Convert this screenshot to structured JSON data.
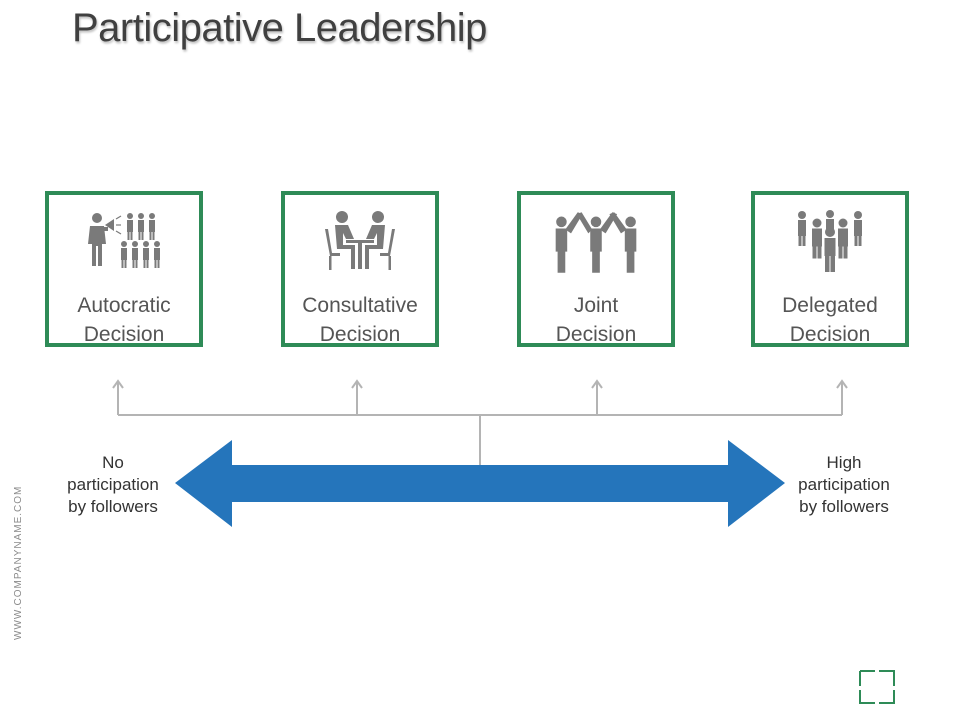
{
  "title": "Participative Leadership",
  "cards": [
    {
      "line1": "Autocratic",
      "line2": "Decision",
      "icon": "megaphone-crowd-icon"
    },
    {
      "line1": "Consultative",
      "line2": "Decision",
      "icon": "meeting-table-icon"
    },
    {
      "line1": "Joint",
      "line2": "Decision",
      "icon": "joined-hands-icon"
    },
    {
      "line1": "Delegated",
      "line2": "Decision",
      "icon": "group-icon"
    }
  ],
  "left_label": {
    "line1": "No",
    "line2": "participation",
    "line3": "by followers"
  },
  "right_label": {
    "line1": "High",
    "line2": "participation",
    "line3": "by followers"
  },
  "side_url": "WWW.COMPANYNAME.COM",
  "colors": {
    "card_border": "#2e8b57",
    "arrow": "#2575bb",
    "connector": "#b4b4b4",
    "icon": "#7a7a7a"
  }
}
